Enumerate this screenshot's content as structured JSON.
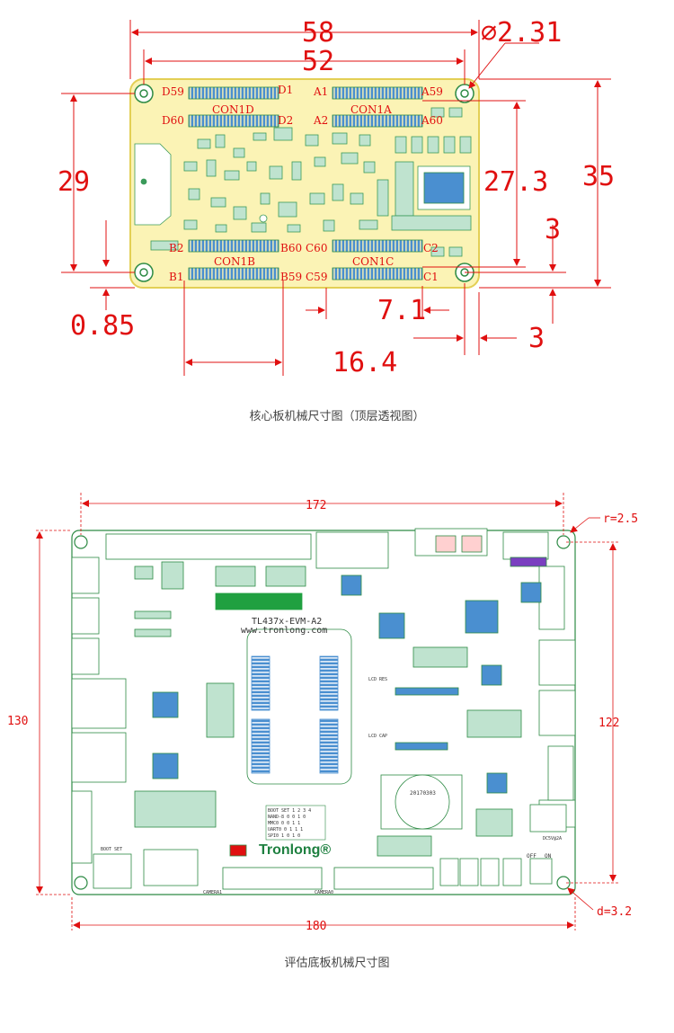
{
  "colors": {
    "dimension_red": "#e01010",
    "core_board_fill": "#fbf3b5",
    "core_board_outline": "#e3cf55",
    "component_green": "#3a9a5a",
    "component_fill": "#bfe3cf",
    "connector_blue": "#4a8fd0",
    "base_board_line": "#2e8b45",
    "base_board_fill": "#ffffff"
  },
  "core_board": {
    "dimensions": {
      "width_outer": "58",
      "width_holes": "52",
      "hole_diameter": "∅2.31",
      "height_holes": "29",
      "connector_span": "27.3",
      "height_outer": "35",
      "hole_offset_right": "3",
      "hole_offset_bottom": "3",
      "bottom_offset": "0.85",
      "connector_gap": "7.1",
      "connector_offset": "16.4"
    },
    "connectors": {
      "con1d": "CON1D",
      "con1a": "CON1A",
      "con1b": "CON1B",
      "con1c": "CON1C"
    },
    "pins": {
      "d59": "D59",
      "d60": "D60",
      "d1": "D1",
      "d2": "D2",
      "a1": "A1",
      "a2": "A2",
      "a59": "A59",
      "a60": "A60",
      "b2": "B2",
      "b1": "B1",
      "b60": "B60",
      "b59": "B59",
      "c60": "C60",
      "c59": "C59",
      "c2": "C2",
      "c1": "C1"
    },
    "caption": "核心板机械尺寸图（顶层透视图）"
  },
  "base_board": {
    "dimensions": {
      "width_holes": "172",
      "corner_radius": "r=2.5",
      "height_outer": "130",
      "height_holes": "122",
      "width_outer": "180",
      "hole_diameter": "d=3.2"
    },
    "silk": {
      "model": "TL437x-EVM-A2",
      "website": "www.tronlong.com",
      "brand": "Tronlong®",
      "date_code": "20170303",
      "lcd_res": "LCD RES",
      "lcd_cap": "LCD CAP",
      "boot_set": "BOOT SET",
      "off": "OFF",
      "on": "ON",
      "power": "DC5V@2A",
      "camera1": "CAMERA1",
      "camera0": "CAMERA0",
      "boot_table": [
        "BOOT SET  1 2 3 4",
        "NAND-8    0 0 1 0",
        "MMC0      0 0 1 1",
        "UART0     0 1 1 1",
        "SPI0      1 0 1 0"
      ]
    },
    "caption": "评估底板机械尺寸图"
  }
}
